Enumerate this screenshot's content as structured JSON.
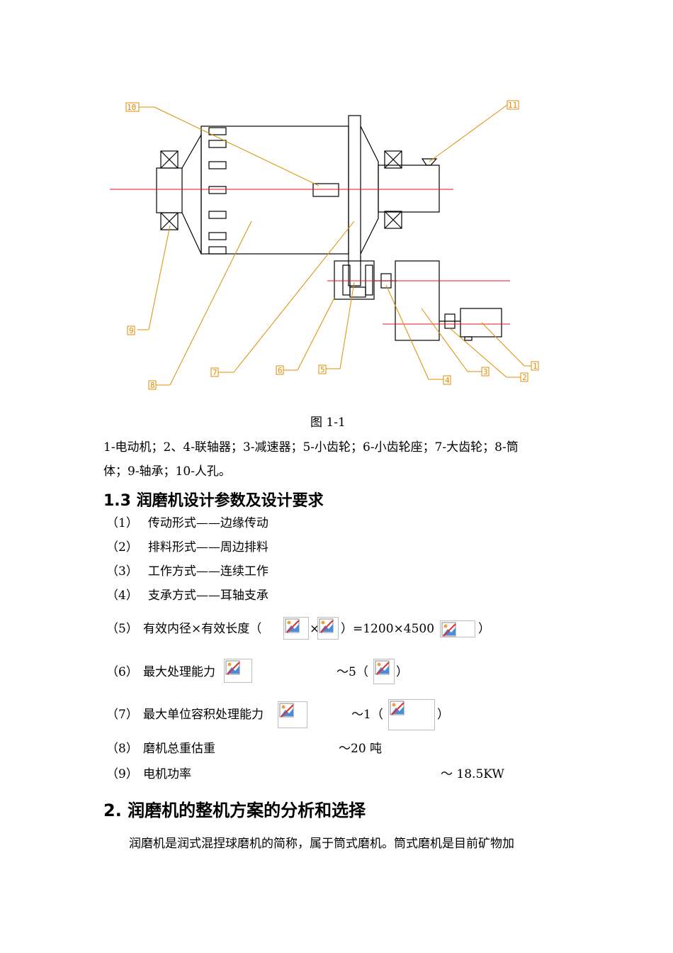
{
  "figure": {
    "caption": "图 1-1",
    "callouts": [
      "1",
      "2",
      "3",
      "4",
      "5",
      "6",
      "7",
      "8",
      "9",
      "10",
      "11"
    ],
    "colors": {
      "outline": "#000000",
      "centerline": "#e8141e",
      "leader": "#e08c00"
    }
  },
  "legend_lines": [
    "1-电动机；2、4-联轴器；3-减速器；5-小齿轮；6-小齿轮座；7-大齿轮；8-筒",
    "体；9-轴承；10-人孔。"
  ],
  "section_1_3": {
    "title": "1.3 润磨机设计参数及设计要求",
    "items": [
      {
        "num": "（1）",
        "text": "传动形式——边缘传动"
      },
      {
        "num": "（2）",
        "text": "排料形式——周边排料"
      },
      {
        "num": "（3）",
        "text": "工作方式——连续工作"
      },
      {
        "num": "（4）",
        "text": "支承方式——耳轴支承"
      },
      {
        "num": "（5）",
        "text": "有效内径×有效长度（",
        "sep": "×",
        "after": "）=1200×4500（",
        "close": "）"
      },
      {
        "num": "（6）",
        "text": "最大处理能力",
        "value": "～5（",
        "close": "）"
      },
      {
        "num": "（7）",
        "text": "最大单位容积处理能力",
        "value": "～1（",
        "close": "）"
      },
      {
        "num": "（8）",
        "text": "磨机总重估重",
        "value": "～20 吨"
      },
      {
        "num": "（9）",
        "text": "电机功率",
        "value": "～ 18.5KW"
      }
    ]
  },
  "section_2": {
    "title": "2.  润磨机的整机方案的分析和选择",
    "paragraph": "润磨机是润式混捏球磨机的简称，属于筒式磨机。筒式磨机是目前矿物加"
  },
  "broken_image_icon": "broken-image-icon"
}
